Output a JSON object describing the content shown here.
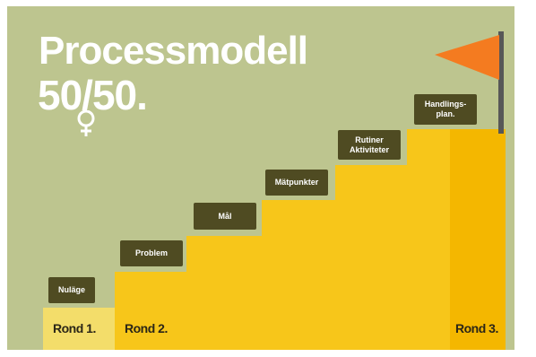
{
  "diagram": {
    "title": "Processmodell",
    "subtitle": "50/50.",
    "steps": [
      {
        "label": "Nuläge"
      },
      {
        "label": "Problem"
      },
      {
        "label": "Mål"
      },
      {
        "label": "Mätpunkter"
      },
      {
        "label_line1": "Rutiner",
        "label_line2": "Aktiviteter"
      },
      {
        "label_line1": "Handlings-",
        "label_line2": "plan."
      }
    ],
    "rounds": [
      "Rond 1.",
      "Rond 2.",
      "Rond 3."
    ],
    "colors": {
      "background": "#bdc58f",
      "stairs": "#f7c61a",
      "stairs_light": "#f3dd6a",
      "stairs_dark": "#f4b700",
      "label_box": "#4f4b22",
      "flag": "#f47b20",
      "pole": "#575757"
    },
    "icons": [
      "gender-symbols-icon",
      "flag-icon"
    ]
  }
}
